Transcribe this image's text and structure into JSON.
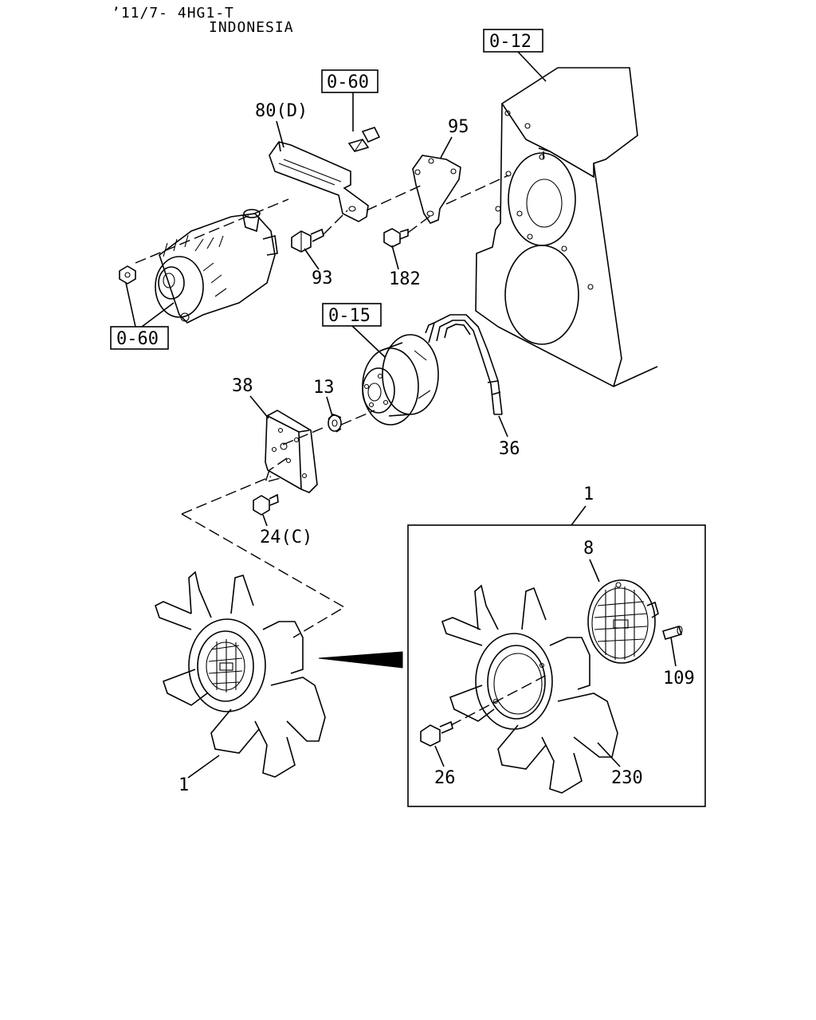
{
  "header": {
    "line1": "’11/7- 4HG1-T",
    "line2": "INDONESIA"
  },
  "refs": {
    "ref_0_12": "0-12",
    "ref_0_60_top": "0-60",
    "ref_0_60_left": "0-60",
    "ref_0_15": "0-15"
  },
  "parts": {
    "p80": "80(D)",
    "p95": "95",
    "p93": "93",
    "p182": "182",
    "p38": "38",
    "p13": "13",
    "p36": "36",
    "p24": "24(C)",
    "p1_main": "1",
    "p1_inset": "1",
    "p8": "8",
    "p109": "109",
    "p26": "26",
    "p230": "230"
  }
}
